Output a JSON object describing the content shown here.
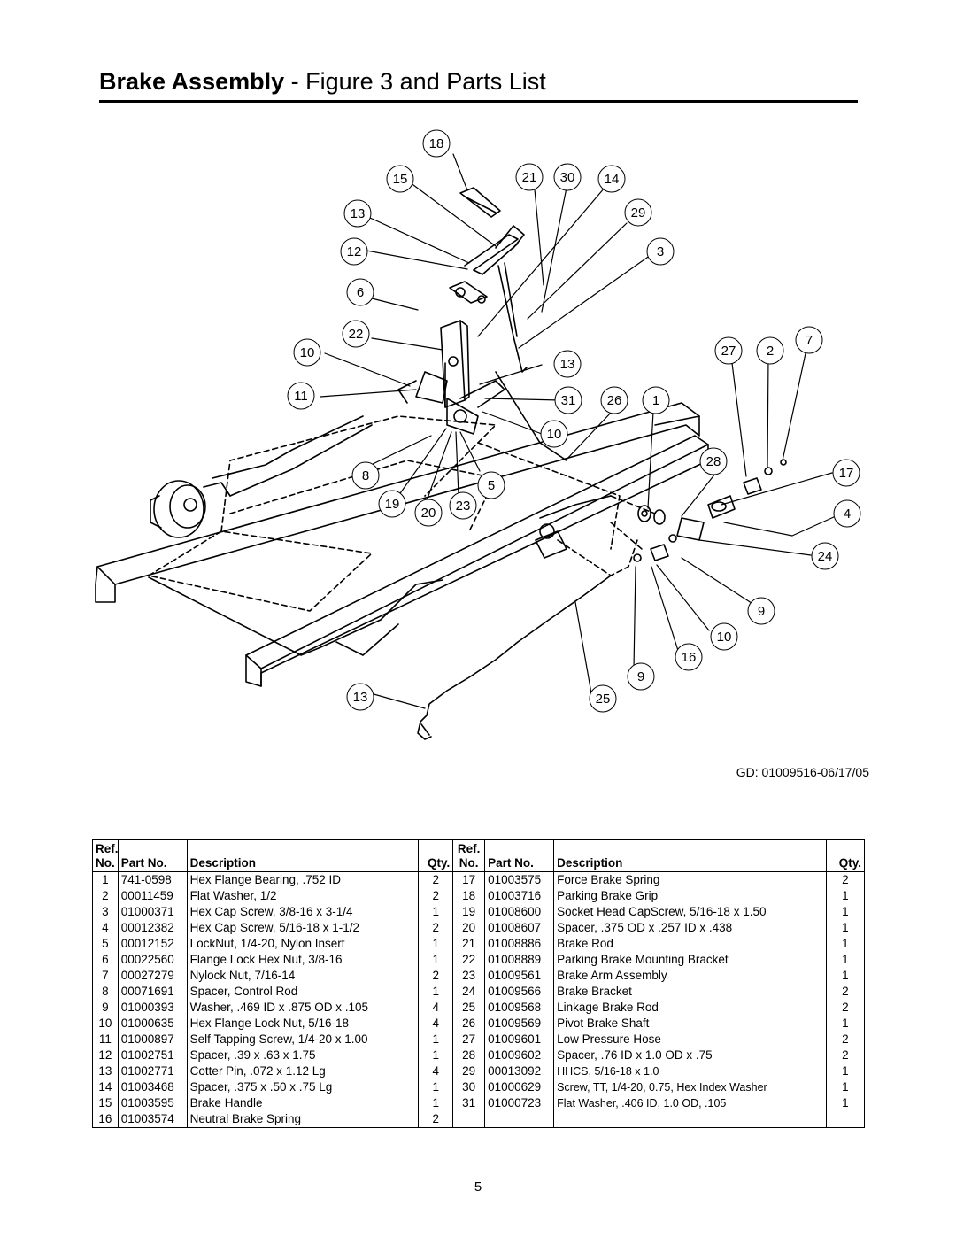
{
  "page": {
    "title_bold": "Brake Assembly",
    "title_rest": " - Figure 3 and Parts List",
    "drawing_code": "GD: 01009516-06/17/05",
    "page_number": "5"
  },
  "diagram": {
    "callouts": [
      "18",
      "15",
      "21",
      "30",
      "14",
      "13",
      "29",
      "12",
      "3",
      "6",
      "22",
      "27",
      "2",
      "7",
      "10",
      "13",
      "11",
      "31",
      "26",
      "1",
      "10",
      "28",
      "17",
      "8",
      "5",
      "19",
      "23",
      "20",
      "4",
      "24",
      "9",
      "10",
      "16",
      "9",
      "13",
      "25"
    ]
  },
  "table": {
    "headers": {
      "ref_top": "Ref.",
      "ref_bottom": "No.",
      "part_no": "Part No.",
      "description": "Description",
      "qty": "Qty."
    },
    "left": [
      {
        "ref": "1",
        "part": "741-0598",
        "desc": "Hex Flange Bearing, .752 ID",
        "qty": "2"
      },
      {
        "ref": "2",
        "part": "00011459",
        "desc": "Flat Washer, 1/2",
        "qty": "2"
      },
      {
        "ref": "3",
        "part": "01000371",
        "desc": "Hex Cap Screw, 3/8-16 x 3-1/4",
        "qty": "1"
      },
      {
        "ref": "4",
        "part": "00012382",
        "desc": "Hex Cap Screw, 5/16-18 x 1-1/2",
        "qty": "2"
      },
      {
        "ref": "5",
        "part": "00012152",
        "desc": "LockNut, 1/4-20, Nylon Insert",
        "qty": "1"
      },
      {
        "ref": "6",
        "part": "00022560",
        "desc": "Flange Lock Hex Nut, 3/8-16",
        "qty": "1"
      },
      {
        "ref": "7",
        "part": "00027279",
        "desc": "Nylock Nut, 7/16-14",
        "qty": "2"
      },
      {
        "ref": "8",
        "part": "00071691",
        "desc": "Spacer, Control Rod",
        "qty": "1"
      },
      {
        "ref": "9",
        "part": "01000393",
        "desc": "Washer, .469 ID x .875 OD x .105",
        "qty": "4"
      },
      {
        "ref": "10",
        "part": "01000635",
        "desc": "Hex Flange Lock Nut, 5/16-18",
        "qty": "4"
      },
      {
        "ref": "11",
        "part": "01000897",
        "desc": "Self Tapping Screw, 1/4-20 x 1.00",
        "qty": "1"
      },
      {
        "ref": "12",
        "part": "01002751",
        "desc": "Spacer, .39 x .63 x 1.75",
        "qty": "1"
      },
      {
        "ref": "13",
        "part": "01002771",
        "desc": "Cotter Pin, .072 x 1.12 Lg",
        "qty": "4"
      },
      {
        "ref": "14",
        "part": "01003468",
        "desc": "Spacer, .375 x .50 x .75 Lg",
        "qty": "1"
      },
      {
        "ref": "15",
        "part": "01003595",
        "desc": "Brake Handle",
        "qty": "1"
      },
      {
        "ref": "16",
        "part": "01003574",
        "desc": "Neutral Brake Spring",
        "qty": "2"
      }
    ],
    "right": [
      {
        "ref": "17",
        "part": "01003575",
        "desc": "Force Brake Spring",
        "qty": "2"
      },
      {
        "ref": "18",
        "part": "01003716",
        "desc": "Parking Brake Grip",
        "qty": "1"
      },
      {
        "ref": "19",
        "part": "01008600",
        "desc": "Socket Head CapScrew, 5/16-18 x 1.50",
        "qty": "1"
      },
      {
        "ref": "20",
        "part": "01008607",
        "desc": "Spacer, .375 OD x .257 ID x .438",
        "qty": "1"
      },
      {
        "ref": "21",
        "part": "01008886",
        "desc": "Brake Rod",
        "qty": "1"
      },
      {
        "ref": "22",
        "part": "01008889",
        "desc": "Parking Brake Mounting Bracket",
        "qty": "1"
      },
      {
        "ref": "23",
        "part": "01009561",
        "desc": "Brake Arm Assembly",
        "qty": "1"
      },
      {
        "ref": "24",
        "part": "01009566",
        "desc": "Brake Bracket",
        "qty": "2"
      },
      {
        "ref": "25",
        "part": "01009568",
        "desc": "Linkage Brake Rod",
        "qty": "2"
      },
      {
        "ref": "26",
        "part": "01009569",
        "desc": "Pivot Brake Shaft",
        "qty": "1"
      },
      {
        "ref": "27",
        "part": "01009601",
        "desc": "Low Pressure Hose",
        "qty": "2"
      },
      {
        "ref": "28",
        "part": "01009602",
        "desc": "Spacer, .76 ID x 1.0 OD x .75",
        "qty": "2"
      },
      {
        "ref": "29",
        "part": "00013092",
        "desc": "HHCS, 5/16-18 x 1.0",
        "qty": "1"
      },
      {
        "ref": "30",
        "part": "01000629",
        "desc": "Screw, TT, 1/4-20, 0.75, Hex Index Washer",
        "qty": "1"
      },
      {
        "ref": "31",
        "part": "01000723",
        "desc": "Flat Washer, .406 ID, 1.0 OD, .105",
        "qty": "1"
      },
      {
        "ref": "",
        "part": "",
        "desc": "",
        "qty": ""
      }
    ]
  }
}
